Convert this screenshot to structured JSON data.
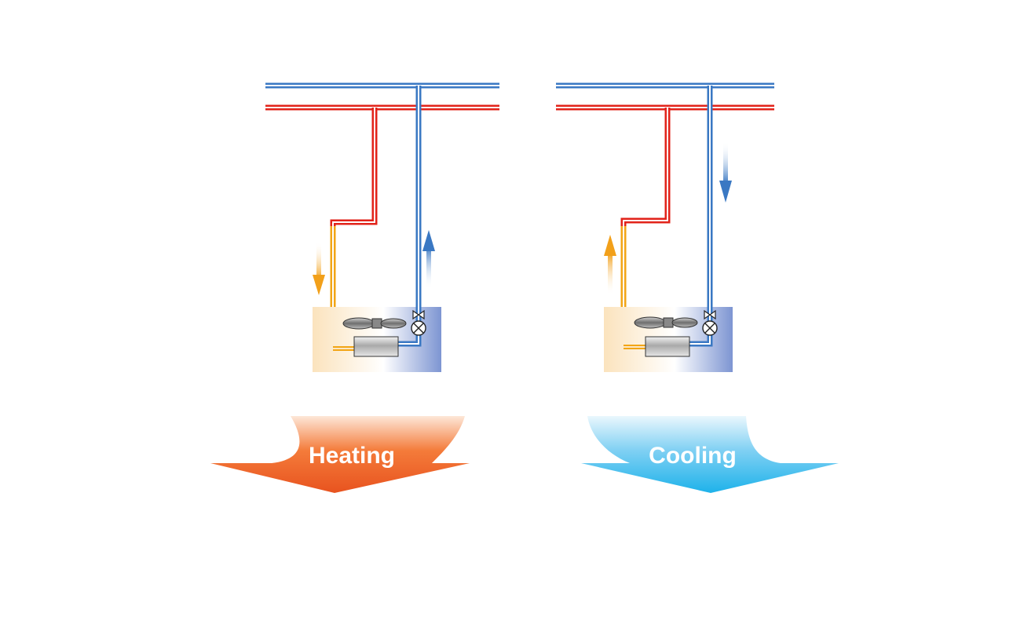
{
  "panels": [
    {
      "id": "heating",
      "label": "Heating",
      "arrow_colors": [
        "#fbe0cc",
        "#f47b3a",
        "#e8531f"
      ],
      "flow_left": "down",
      "flow_right": "up"
    },
    {
      "id": "cooling",
      "label": "Cooling",
      "arrow_colors": [
        "#e6f5fc",
        "#7fd0f3",
        "#1eb2ea"
      ],
      "flow_left": "up",
      "flow_right": "down"
    }
  ],
  "colors": {
    "hot_pipe": "#e2231a",
    "cold_pipe": "#3a78c3",
    "warm_pipe": "#f2a516",
    "orange_arrow": "#f2a01a",
    "blue_arrow": "#3a78c3",
    "unit_warm": "#fbe3bd",
    "unit_cold": "#7d95d2"
  }
}
